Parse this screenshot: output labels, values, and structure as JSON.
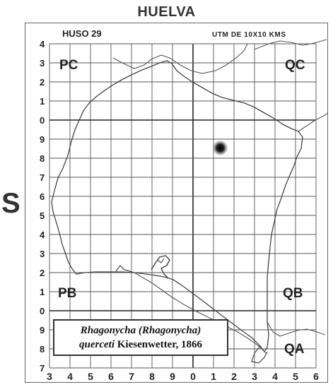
{
  "title": "HUELVA",
  "side_label": "S",
  "huso": "HUSO 29",
  "utm_note": "UTM DE 10X10 KMS",
  "left_axis_labels": [
    "4",
    "3",
    "2",
    "1",
    "0",
    "9",
    "8",
    "7",
    "6",
    "5",
    "4",
    "3",
    "2",
    "1",
    "0",
    "9",
    "8",
    "7"
  ],
  "bottom_axis_labels": [
    "3",
    "4",
    "5",
    "6",
    "7",
    "8",
    "9",
    "0",
    "1",
    "2",
    "3",
    "4",
    "5",
    "6"
  ],
  "square_labels": [
    {
      "id": "pc",
      "text": "PC"
    },
    {
      "id": "qc",
      "text": "QC"
    },
    {
      "id": "pb",
      "text": "PB"
    },
    {
      "id": "qb",
      "text": "QB"
    },
    {
      "id": "qa",
      "text": "QA"
    }
  ],
  "caption": {
    "line1_italic": "Rhagonycha (Rhagonycha)",
    "line2_italic": "querceti",
    "line2_rest": " Kiesenwetter, 1866"
  },
  "record_point": {
    "grid_col": 8,
    "grid_row": 5,
    "color": "#111111"
  },
  "colors": {
    "grid": "#555555",
    "outline": "#444444",
    "text": "#222222"
  }
}
